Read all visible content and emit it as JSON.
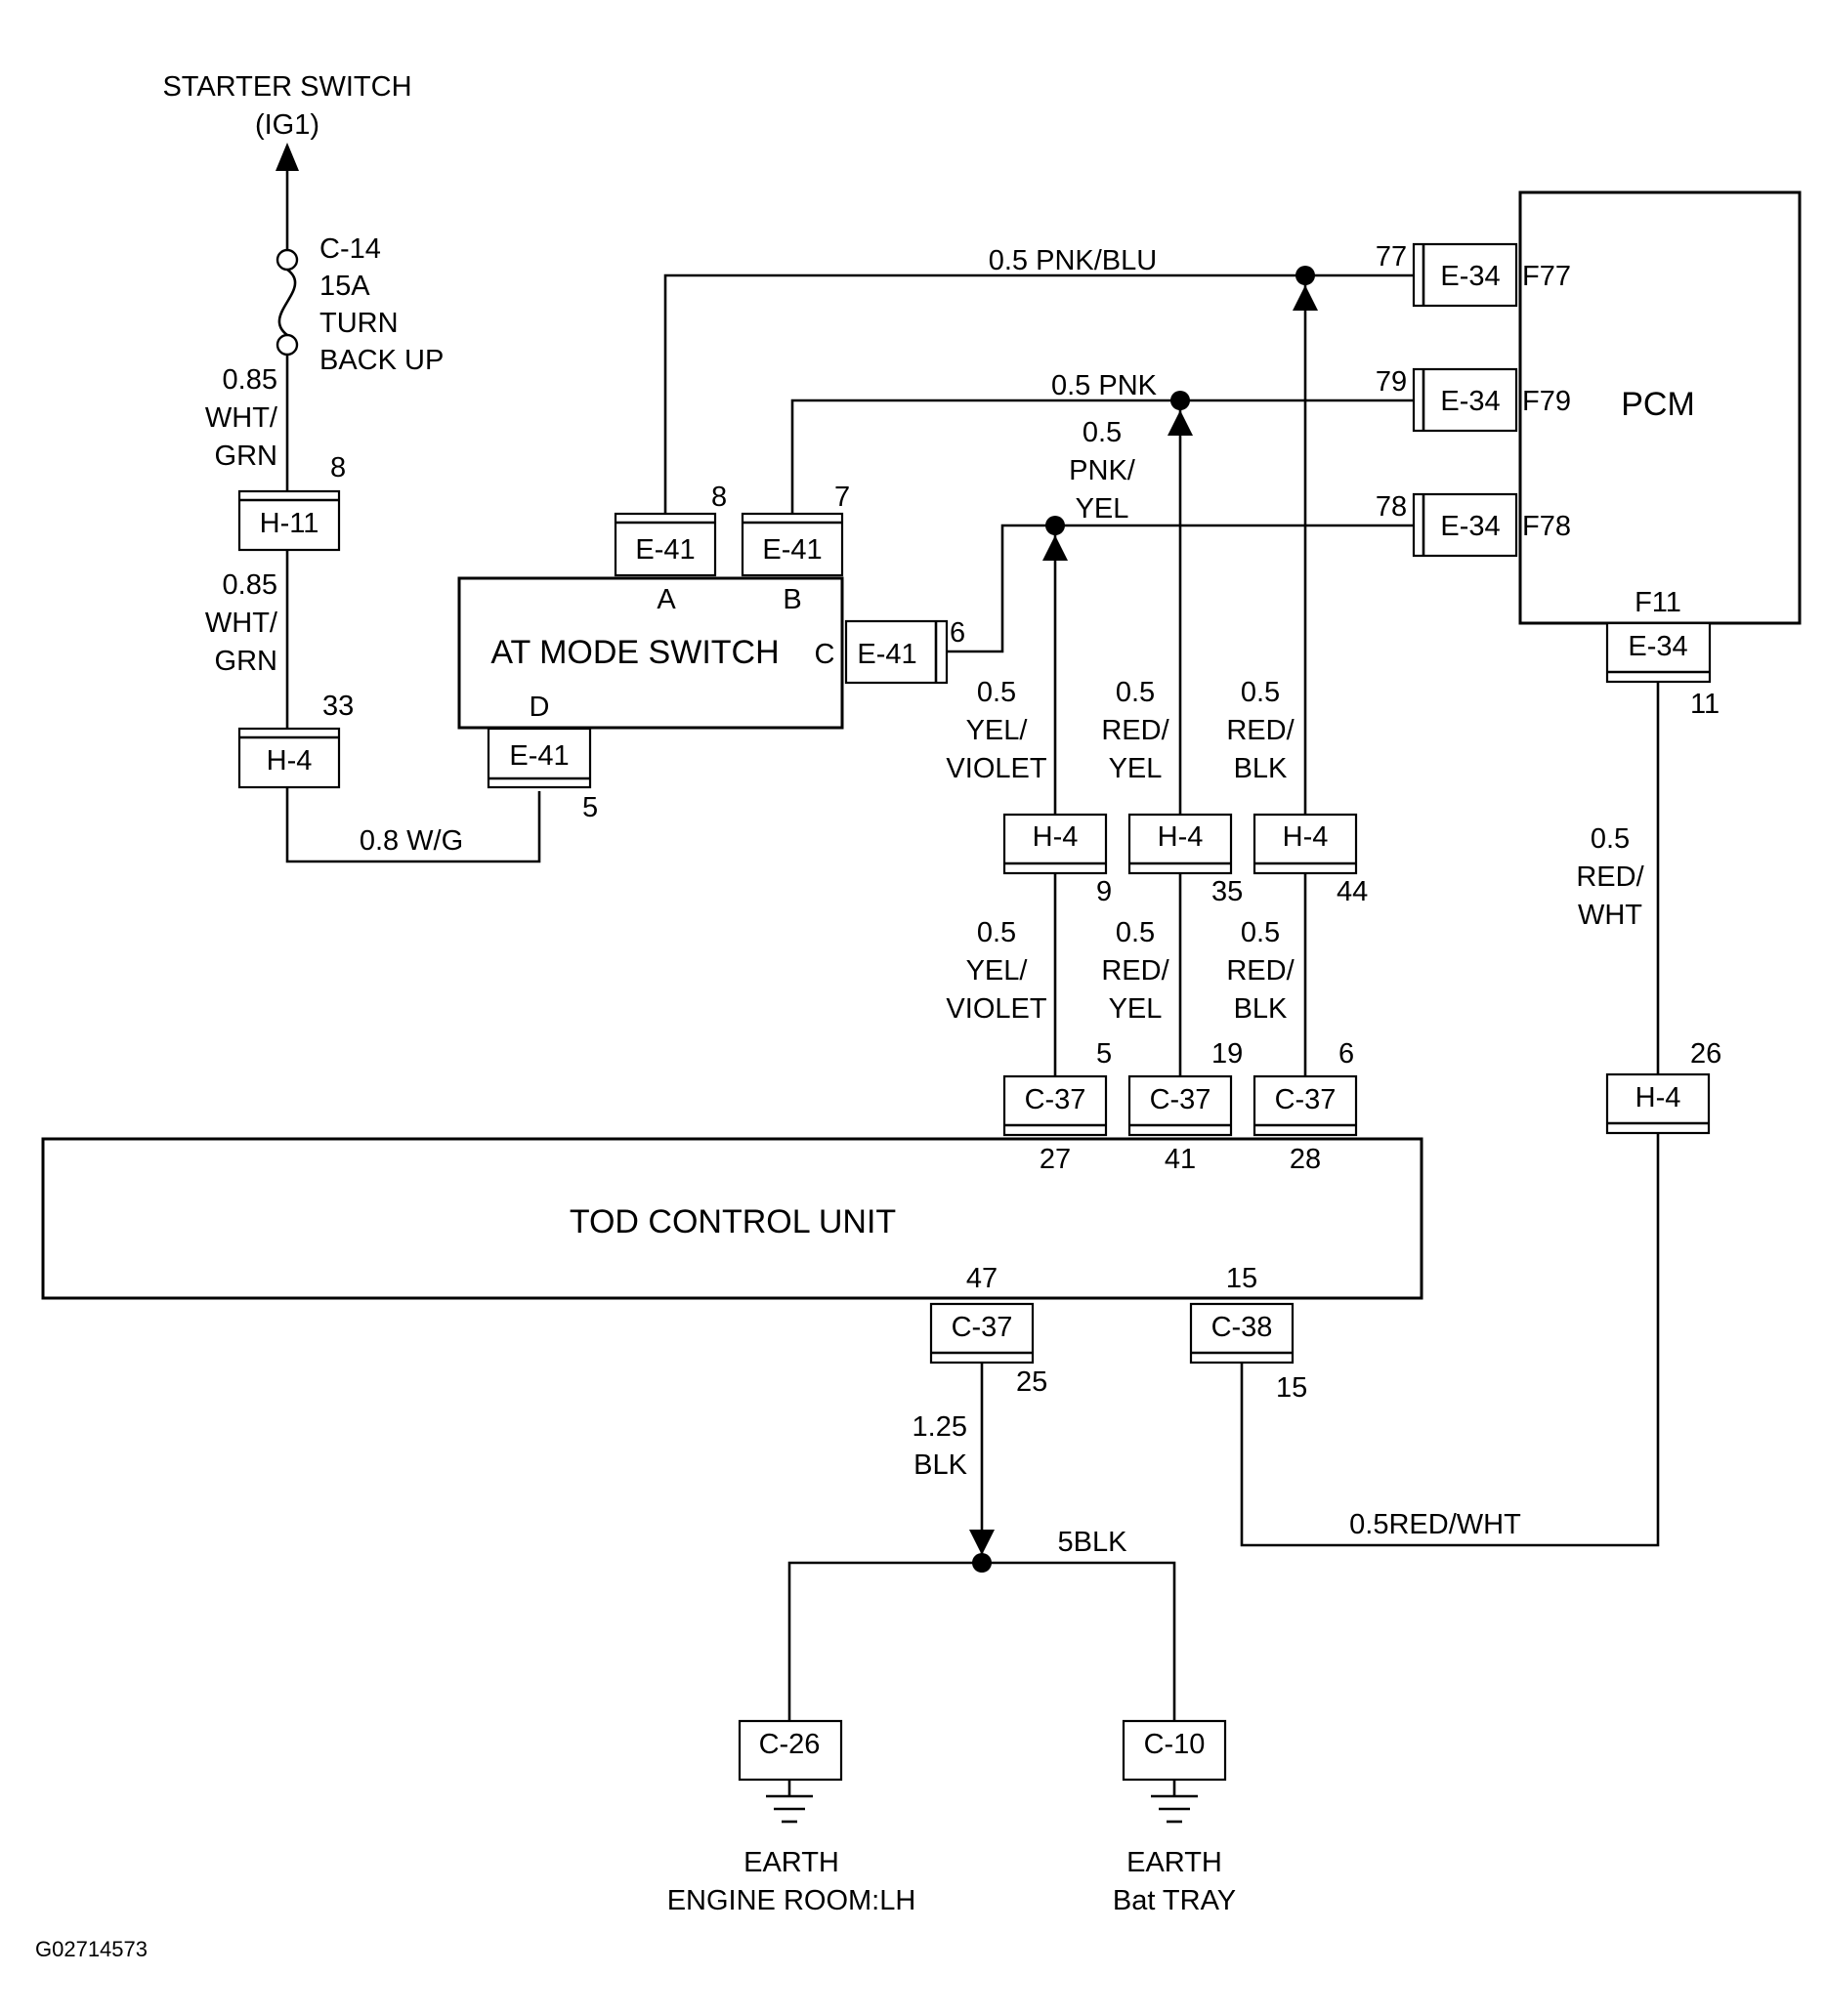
{
  "diagram_id": "G02714573",
  "source": {
    "name": "STARTER SWITCH",
    "sub": "(IG1)"
  },
  "fuse": {
    "id": "C-14",
    "rating": "15A",
    "name_line1": "TURN",
    "name_line2": "BACK UP"
  },
  "components": {
    "pcm": "PCM",
    "at_mode_switch": "AT MODE SWITCH",
    "tod_unit": "TOD CONTROL UNIT"
  },
  "wires": {
    "w_085_a": [
      "0.85",
      "WHT/",
      "GRN"
    ],
    "w_085_b": [
      "0.85",
      "WHT/",
      "GRN"
    ],
    "w_08wg": "0.8 W/G",
    "pnk_blu": "0.5 PNK/BLU",
    "pnk": "0.5 PNK",
    "pnk_yel": [
      "0.5",
      "PNK/",
      "YEL"
    ],
    "yel_violet": [
      "0.5",
      "YEL/",
      "VIOLET"
    ],
    "red_yel": [
      "0.5",
      "RED/",
      "YEL"
    ],
    "red_blk": [
      "0.5",
      "RED/",
      "BLK"
    ],
    "red_wht": [
      "0.5",
      "RED/",
      "WHT"
    ],
    "red_wht_bottom": "0.5RED/WHT",
    "blk125": [
      "1.25",
      "BLK"
    ],
    "blk5": "5BLK"
  },
  "connectors": {
    "h11": "H-11",
    "h4": "H-4",
    "e41": "E-41",
    "e34": "E-34",
    "c37": "C-37",
    "c38": "C-38",
    "c26": "C-26",
    "c10": "C-10"
  },
  "pins": {
    "h11_8": "8",
    "h4_33": "33",
    "e41_8": "8",
    "e41_7": "7",
    "e41_6": "6",
    "e41_5": "5",
    "sw_a": "A",
    "sw_b": "B",
    "sw_c": "C",
    "sw_d": "D",
    "e34_77": "77",
    "e34_79": "79",
    "e34_78": "78",
    "pcm_f77": "F77",
    "pcm_f79": "F79",
    "pcm_f78": "F78",
    "pcm_f11": "F11",
    "e34_11": "11",
    "h4_9": "9",
    "h4_35": "35",
    "h4_44": "44",
    "h4_26": "26",
    "c37_5": "5",
    "c37_19": "19",
    "c37_6": "6",
    "tod_27": "27",
    "tod_41": "41",
    "tod_28": "28",
    "tod_47": "47",
    "tod_15": "15",
    "c37_25": "25",
    "c38_15": "15"
  },
  "grounds": {
    "left": [
      "EARTH",
      "ENGINE ROOM:LH"
    ],
    "right": [
      "EARTH",
      "Bat TRAY"
    ]
  }
}
